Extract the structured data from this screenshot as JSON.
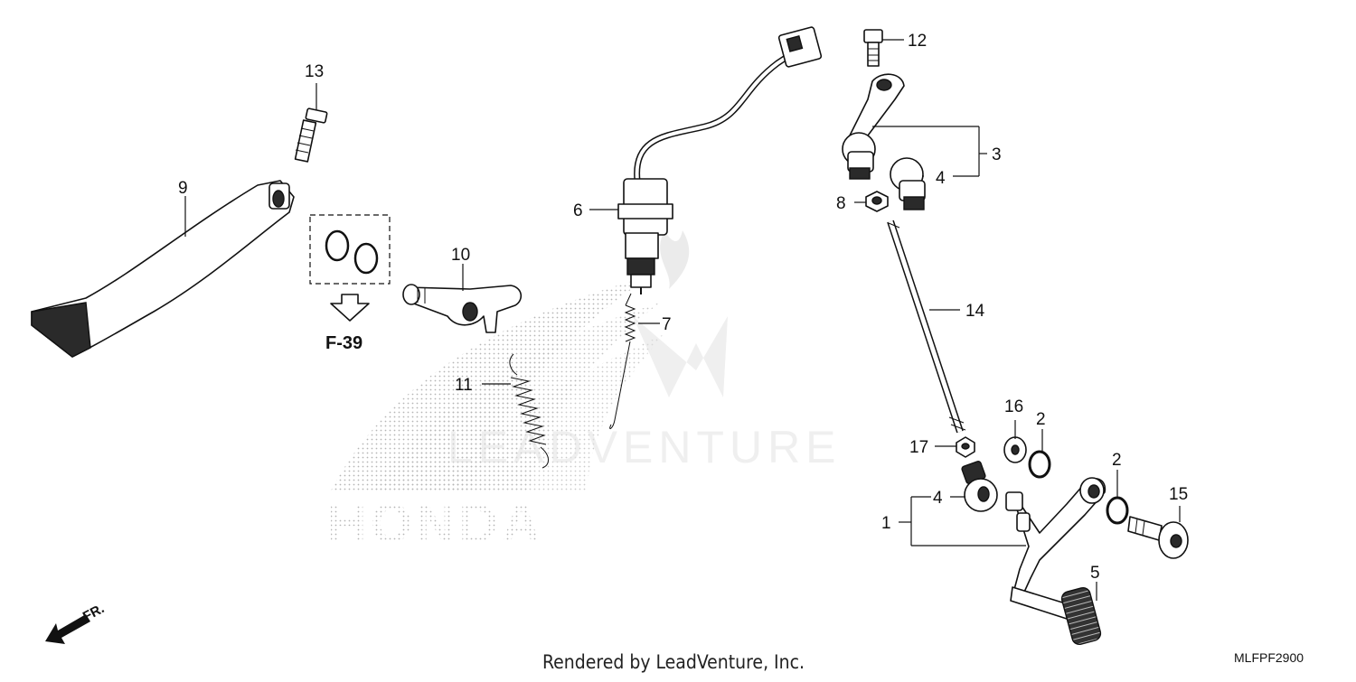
{
  "diagram": {
    "callouts": [
      {
        "id": "c1",
        "label": "1"
      },
      {
        "id": "c2a",
        "label": "2"
      },
      {
        "id": "c2b",
        "label": "2"
      },
      {
        "id": "c3",
        "label": "3"
      },
      {
        "id": "c4a",
        "label": "4"
      },
      {
        "id": "c4b",
        "label": "4"
      },
      {
        "id": "c5",
        "label": "5"
      },
      {
        "id": "c6",
        "label": "6"
      },
      {
        "id": "c7",
        "label": "7"
      },
      {
        "id": "c8",
        "label": "8"
      },
      {
        "id": "c9",
        "label": "9"
      },
      {
        "id": "c10",
        "label": "10"
      },
      {
        "id": "c11",
        "label": "11"
      },
      {
        "id": "c12",
        "label": "12"
      },
      {
        "id": "c13",
        "label": "13"
      },
      {
        "id": "c14",
        "label": "14"
      },
      {
        "id": "c15",
        "label": "15"
      },
      {
        "id": "c16",
        "label": "16"
      },
      {
        "id": "c17",
        "label": "17"
      }
    ],
    "reference_label": "F-39",
    "direction_label": "FR.",
    "watermark_text": "LEADVENTURE",
    "brand_text": "HONDA",
    "footer_text": "Rendered by LeadVenture, Inc.",
    "diagram_code": "MLFPF2900"
  }
}
